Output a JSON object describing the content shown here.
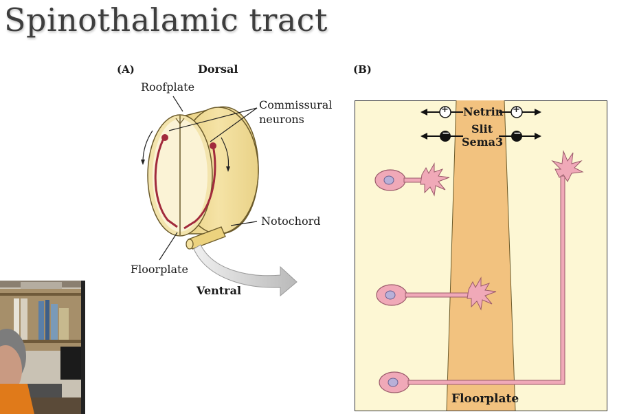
{
  "title": "Spinothalamic tract",
  "panel_a": {
    "label": "(A)",
    "dorsal": "Dorsal",
    "ventral": "Ventral",
    "roofplate": "Roofplate",
    "commissural_line1": "Commissural",
    "commissural_line2": "neurons",
    "notochord": "Notochord",
    "floorplate": "Floorplate"
  },
  "panel_b": {
    "label": "(B)",
    "netrin": "Netrin",
    "slit": "Slit",
    "sema3": "Sema3",
    "floorplate": "Floorplate",
    "netrin_sign": "+",
    "repel_sign": "−"
  },
  "colors": {
    "tube_fill": "#f1dc9a",
    "tube_face": "#faf1d1",
    "panel_bg": "#fdf7d4",
    "floorplate_band": "#f2c27f",
    "neuron": "#f0a9b8",
    "neuron_stroke": "#9a5a6a",
    "nucleus": "#b8b0d8",
    "arrow_gray": "#cfcfcf"
  }
}
